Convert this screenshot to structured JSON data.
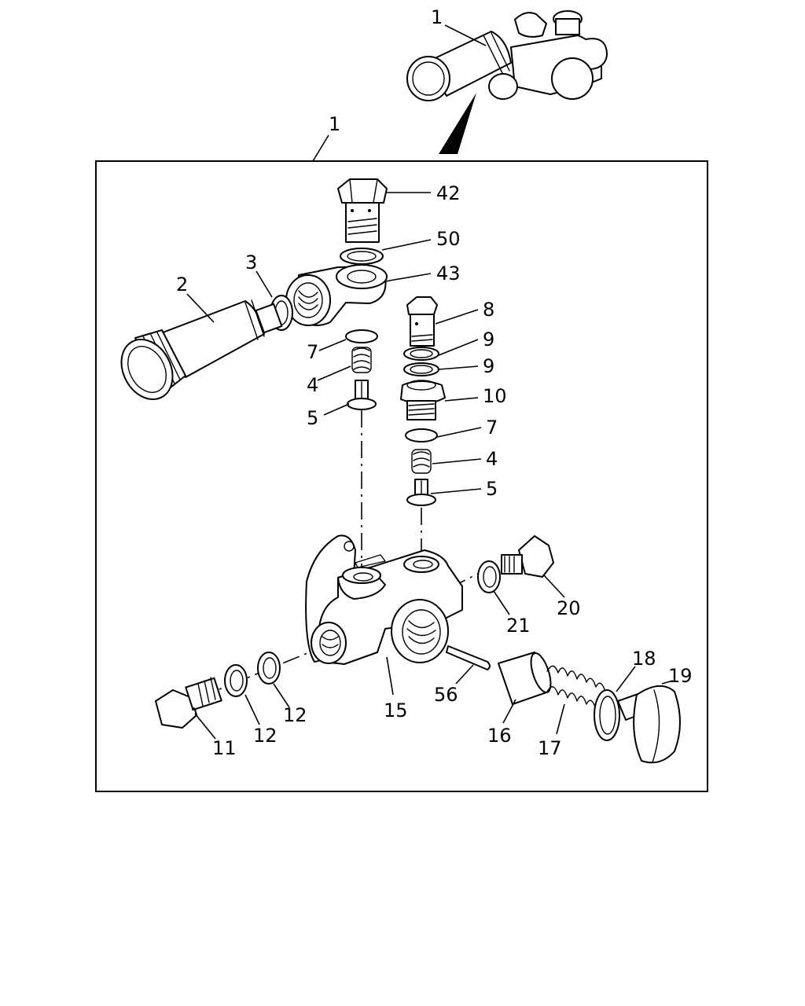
{
  "callouts": {
    "assembly_top": "1",
    "assembly_frame": "1",
    "c42": "42",
    "c50": "50",
    "c43": "43",
    "c3": "3",
    "c2": "2",
    "c7a": "7",
    "c4a": "4",
    "c5a": "5",
    "c8": "8",
    "c9a": "9",
    "c9b": "9",
    "c10": "10",
    "c7b": "7",
    "c4b": "4",
    "c5b": "5",
    "c20": "20",
    "c21": "21",
    "c56": "56",
    "c15": "15",
    "c12a": "12",
    "c12b": "12",
    "c11": "11",
    "c16": "16",
    "c17": "17",
    "c18": "18",
    "c19": "19"
  },
  "colors": {
    "line": "#000000",
    "background": "#ffffff"
  }
}
